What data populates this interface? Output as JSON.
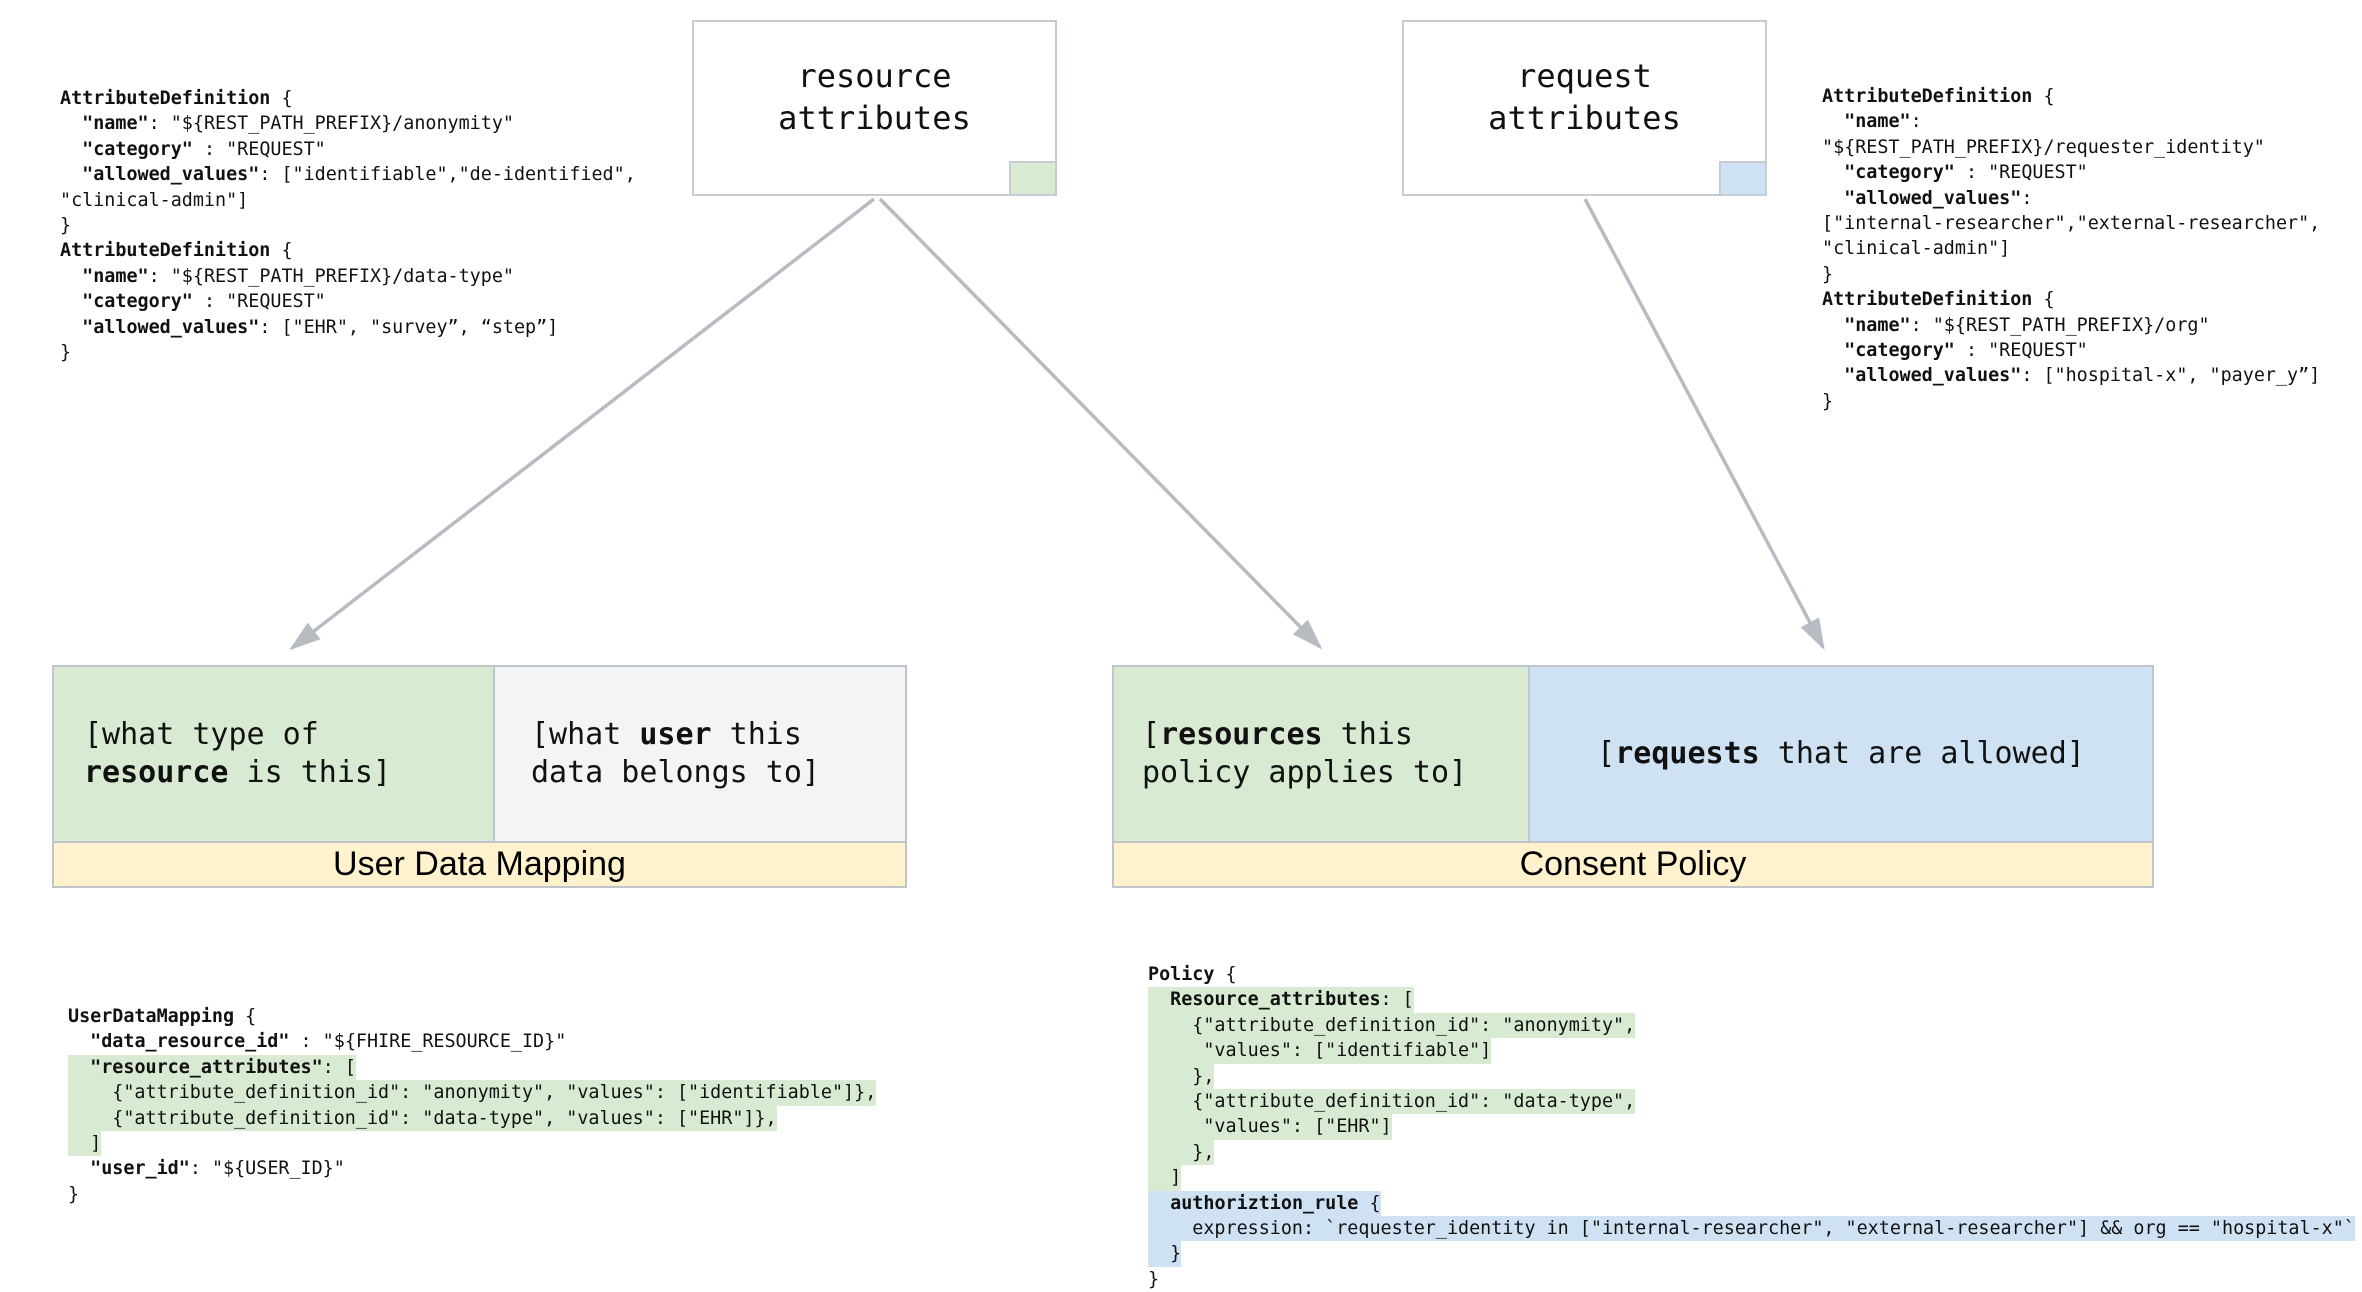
{
  "palette": {
    "green": "#d9ead3",
    "blue": "#cfe2f3",
    "yellow": "#fff2cc",
    "gray_cell": "#f3f4f6",
    "border": "#bfc5ca",
    "arrow": "#b7bcc2"
  },
  "boxes": {
    "resource": {
      "label": "resource attributes",
      "chip_color": "green"
    },
    "request": {
      "label": "request attributes",
      "chip_color": "blue"
    }
  },
  "tables": {
    "user_data_mapping": {
      "title": "User Data Mapping",
      "cells": {
        "resource_type": [
          {
            "h": "",
            "s": [
              {
                "t": "[what type of"
              }
            ]
          },
          {
            "h": "",
            "s": [
              {
                "t": "resource",
                "b": true
              },
              {
                "t": " is this]"
              }
            ]
          }
        ],
        "user": [
          {
            "h": "",
            "s": [
              {
                "t": "[what "
              },
              {
                "t": "user",
                "b": true
              },
              {
                "t": " this"
              }
            ]
          },
          {
            "h": "",
            "s": [
              {
                "t": "data belongs to]"
              }
            ]
          }
        ]
      }
    },
    "consent_policy": {
      "title": "Consent Policy",
      "cells": {
        "resources": [
          {
            "h": "",
            "s": [
              {
                "t": "["
              },
              {
                "t": "resources",
                "b": true
              },
              {
                "t": " this"
              }
            ]
          },
          {
            "h": "",
            "s": [
              {
                "t": "policy applies to]"
              }
            ]
          }
        ],
        "requests": [
          {
            "h": "",
            "s": [
              {
                "t": "["
              },
              {
                "t": "requests",
                "b": true
              },
              {
                "t": " that are allowed]"
              }
            ]
          }
        ]
      }
    }
  },
  "code_blocks": {
    "left_attr_defs": [
      {
        "h": "",
        "s": [
          {
            "t": "AttributeDefinition",
            "b": true
          },
          {
            "t": " {"
          }
        ]
      },
      {
        "h": "",
        "s": [
          {
            "t": "  "
          },
          {
            "t": "\"name\"",
            "b": true
          },
          {
            "t": ": \"${REST_PATH_PREFIX}/anonymity\""
          }
        ]
      },
      {
        "h": "",
        "s": [
          {
            "t": "  "
          },
          {
            "t": "\"category\"",
            "b": true
          },
          {
            "t": " : \"REQUEST\""
          }
        ]
      },
      {
        "h": "",
        "s": [
          {
            "t": "  "
          },
          {
            "t": "\"allowed_values\"",
            "b": true
          },
          {
            "t": ": [\"identifiable\",\"de-identified\","
          }
        ]
      },
      {
        "h": "",
        "s": [
          {
            "t": "\"clinical-admin\"]"
          }
        ]
      },
      {
        "h": "",
        "s": [
          {
            "t": "}"
          }
        ]
      },
      {
        "h": "",
        "s": [
          {
            "t": "AttributeDefinition",
            "b": true
          },
          {
            "t": " {"
          }
        ]
      },
      {
        "h": "",
        "s": [
          {
            "t": "  "
          },
          {
            "t": "\"name\"",
            "b": true
          },
          {
            "t": ": \"${REST_PATH_PREFIX}/data-type\""
          }
        ]
      },
      {
        "h": "",
        "s": [
          {
            "t": "  "
          },
          {
            "t": "\"category\"",
            "b": true
          },
          {
            "t": " : \"REQUEST\""
          }
        ]
      },
      {
        "h": "",
        "s": [
          {
            "t": "  "
          },
          {
            "t": "\"allowed_values\"",
            "b": true
          },
          {
            "t": ": [\"EHR\", \"survey”, “step”]"
          }
        ]
      },
      {
        "h": "",
        "s": [
          {
            "t": "}"
          }
        ]
      }
    ],
    "right_attr_defs": [
      {
        "h": "",
        "s": [
          {
            "t": "AttributeDefinition",
            "b": true
          },
          {
            "t": " {"
          }
        ]
      },
      {
        "h": "",
        "s": [
          {
            "t": "  "
          },
          {
            "t": "\"name\"",
            "b": true
          },
          {
            "t": ":"
          }
        ]
      },
      {
        "h": "",
        "s": [
          {
            "t": "\"${REST_PATH_PREFIX}/requester_identity\""
          }
        ]
      },
      {
        "h": "",
        "s": [
          {
            "t": "  "
          },
          {
            "t": "\"category\"",
            "b": true
          },
          {
            "t": " : \"REQUEST\""
          }
        ]
      },
      {
        "h": "",
        "s": [
          {
            "t": "  "
          },
          {
            "t": "\"allowed_values\"",
            "b": true
          },
          {
            "t": ":"
          }
        ]
      },
      {
        "h": "",
        "s": [
          {
            "t": "[\"internal-researcher\",\"external-researcher\","
          }
        ]
      },
      {
        "h": "",
        "s": [
          {
            "t": "\"clinical-admin\"]"
          }
        ]
      },
      {
        "h": "",
        "s": [
          {
            "t": "}"
          }
        ]
      },
      {
        "h": "",
        "s": [
          {
            "t": "AttributeDefinition",
            "b": true
          },
          {
            "t": " {"
          }
        ]
      },
      {
        "h": "",
        "s": [
          {
            "t": "  "
          },
          {
            "t": "\"name\"",
            "b": true
          },
          {
            "t": ": \"${REST_PATH_PREFIX}/org\""
          }
        ]
      },
      {
        "h": "",
        "s": [
          {
            "t": "  "
          },
          {
            "t": "\"category\"",
            "b": true
          },
          {
            "t": " : \"REQUEST\""
          }
        ]
      },
      {
        "h": "",
        "s": [
          {
            "t": "  "
          },
          {
            "t": "\"allowed_values\"",
            "b": true
          },
          {
            "t": ": [\"hospital-x\", \"payer_y”]"
          }
        ]
      },
      {
        "h": "",
        "s": [
          {
            "t": "}"
          }
        ]
      }
    ],
    "user_data_mapping": [
      {
        "h": "",
        "s": [
          {
            "t": "UserDataMapping",
            "b": true
          },
          {
            "t": " {"
          }
        ]
      },
      {
        "h": "",
        "s": [
          {
            "t": "  "
          },
          {
            "t": "\"data_resource_id\"",
            "b": true
          },
          {
            "t": " : \"${FHIRE_RESOURCE_ID}\""
          }
        ]
      },
      {
        "h": "g",
        "s": [
          {
            "t": "  "
          },
          {
            "t": "\"resource_attributes\"",
            "b": true
          },
          {
            "t": ": ["
          }
        ]
      },
      {
        "h": "g",
        "s": [
          {
            "t": "    {\"attribute_definition_id\": \"anonymity\", \"values\": [\"identifiable\"]},"
          }
        ]
      },
      {
        "h": "g",
        "s": [
          {
            "t": "    {\"attribute_definition_id\": \"data-type\", \"values\": [\"EHR\"]},"
          }
        ]
      },
      {
        "h": "g",
        "s": [
          {
            "t": "  ]"
          }
        ]
      },
      {
        "h": "",
        "s": [
          {
            "t": "  "
          },
          {
            "t": "\"user_id\"",
            "b": true
          },
          {
            "t": ": \"${USER_ID}\""
          }
        ]
      },
      {
        "h": "",
        "s": [
          {
            "t": "}"
          }
        ]
      }
    ],
    "policy": [
      {
        "h": "",
        "s": [
          {
            "t": "Policy",
            "b": true
          },
          {
            "t": " {"
          }
        ]
      },
      {
        "h": "g",
        "s": [
          {
            "t": "  "
          },
          {
            "t": "Resource_attributes",
            "b": true
          },
          {
            "t": ": ["
          }
        ]
      },
      {
        "h": "g",
        "s": [
          {
            "t": "    {\"attribute_definition_id\": \"anonymity\","
          }
        ]
      },
      {
        "h": "g",
        "s": [
          {
            "t": "     \"values\": [\"identifiable\"]"
          }
        ]
      },
      {
        "h": "g",
        "s": [
          {
            "t": "    },"
          }
        ]
      },
      {
        "h": "g",
        "s": [
          {
            "t": "    {\"attribute_definition_id\": \"data-type\","
          }
        ]
      },
      {
        "h": "g",
        "s": [
          {
            "t": "     \"values\": [\"EHR\"]"
          }
        ]
      },
      {
        "h": "g",
        "s": [
          {
            "t": "    },"
          }
        ]
      },
      {
        "h": "g",
        "s": [
          {
            "t": "  ]"
          }
        ]
      },
      {
        "h": "b",
        "s": [
          {
            "t": "  "
          },
          {
            "t": "authoriztion_rule",
            "b": true
          },
          {
            "t": " {"
          }
        ]
      },
      {
        "h": "b",
        "s": [
          {
            "t": "    expression: `requester_identity in [\"internal-researcher\", \"external-researcher\"] && org == \"hospital-x\"`"
          }
        ]
      },
      {
        "h": "b",
        "s": [
          {
            "t": "  }"
          }
        ]
      },
      {
        "h": "",
        "s": [
          {
            "t": "}"
          }
        ]
      }
    ]
  }
}
